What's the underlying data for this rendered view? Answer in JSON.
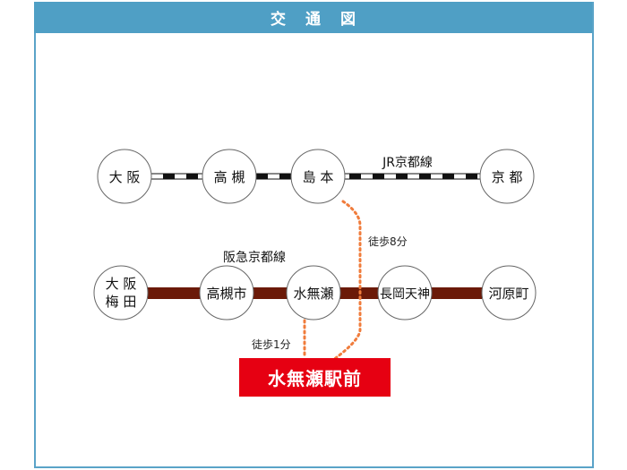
{
  "header": {
    "title": "交通図"
  },
  "colors": {
    "header_bg": "#4f9fc5",
    "frame_border": "#5aa3c8",
    "hankyu_line": "#6b1a08",
    "jr_line_dash": "#111111",
    "walk_path": "#f07c3c",
    "destination_bg": "#e60012"
  },
  "lines": {
    "jr": {
      "label": "JR京都線"
    },
    "hankyu": {
      "label": "阪急京都線"
    }
  },
  "jr_stations": [
    {
      "id": "osaka",
      "label": "大 阪"
    },
    {
      "id": "takatsuki",
      "label": "高 槻"
    },
    {
      "id": "shimamoto",
      "label": "島 本"
    },
    {
      "id": "kyoto",
      "label": "京 都"
    }
  ],
  "hankyu_stations": [
    {
      "id": "osaka-umeda",
      "label_line1": "大 阪",
      "label_line2": "梅 田"
    },
    {
      "id": "takatsukishi",
      "label": "高槻市"
    },
    {
      "id": "minase",
      "label": "水無瀬"
    },
    {
      "id": "nagaoka-tenjin",
      "label": "長岡天神"
    },
    {
      "id": "kawaramachi",
      "label": "河原町"
    }
  ],
  "walks": {
    "from_shimamoto": "徒歩8分",
    "from_minase": "徒歩1分"
  },
  "destination": {
    "label": "水無瀬駅前"
  }
}
